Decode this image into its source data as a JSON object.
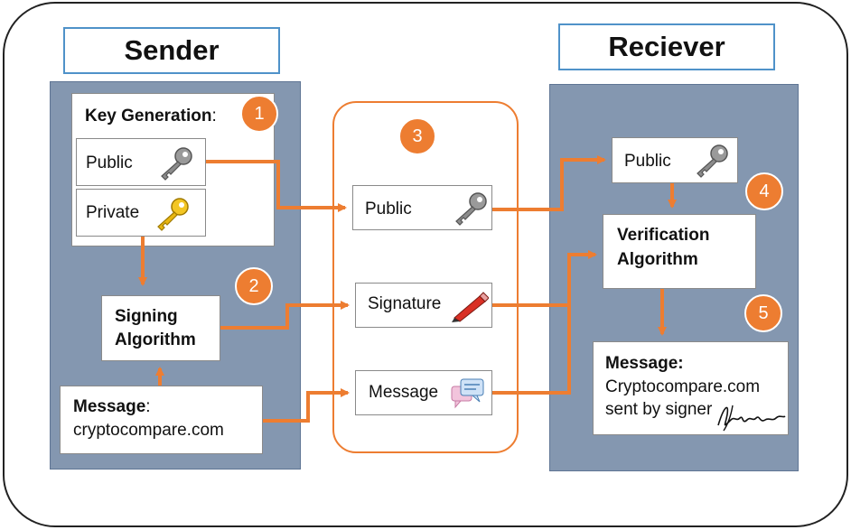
{
  "sender": {
    "title": "Sender",
    "key_generation": {
      "label": "Key Generation",
      "colon": ":",
      "public_label": "Public",
      "private_label": "Private",
      "public_icon": "gray-key-icon",
      "private_icon": "gold-key-icon"
    },
    "signing": {
      "line1": "Signing",
      "line2": "Algorithm"
    },
    "message": {
      "label": "Message",
      "colon": ":",
      "value": "cryptocompare.com"
    }
  },
  "channel": {
    "public_label": "Public",
    "signature_label": "Signature",
    "message_label": "Message",
    "icons": [
      "gray-key-icon",
      "pencil-icon",
      "chat-bubbles-icon"
    ]
  },
  "receiver": {
    "title": "Reciever",
    "public_label": "Public",
    "verification": {
      "line1": "Verification",
      "line2": "Algorithm"
    },
    "message": {
      "label": "Message:",
      "line1": "Cryptocompare.com",
      "line2": "sent by signer",
      "signature_icon": "handwritten-signature"
    }
  },
  "steps": [
    "1",
    "2",
    "3",
    "4",
    "5"
  ],
  "colors": {
    "accent": "#ed7d31",
    "panel": "#8497b0",
    "title_border": "#4f92c9",
    "frame": "#222222"
  }
}
